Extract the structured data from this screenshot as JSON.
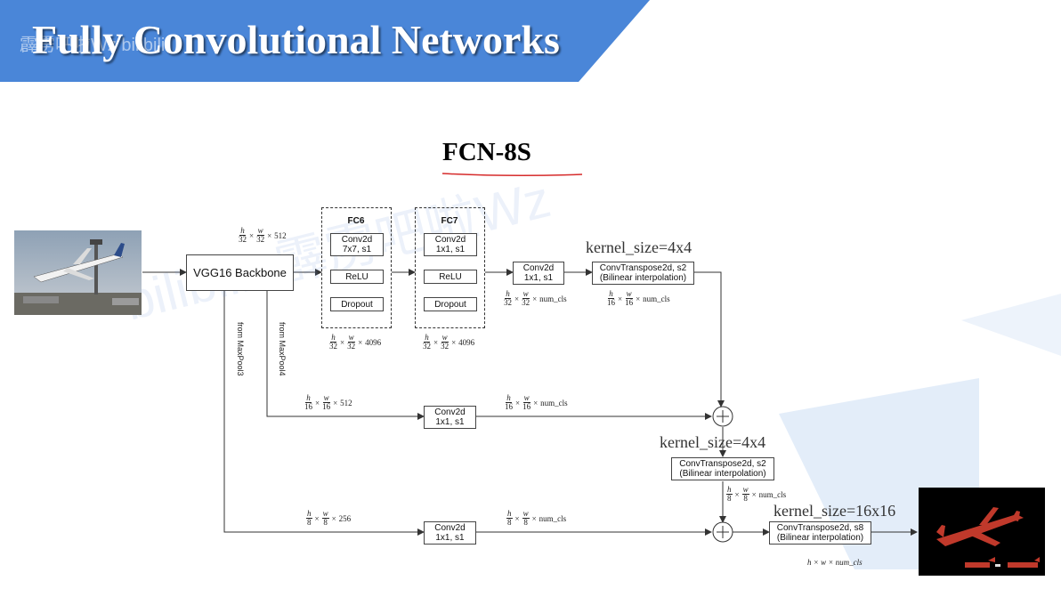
{
  "slide": {
    "title": "Fully Convolutional Networks",
    "watermark_top_left": "霹雳吧啦Wz bilibili",
    "watermark_center": "bilibili: 霹雳吧啦Wz",
    "subtitle": "FCN-8S",
    "colors": {
      "banner_blue": "#4a86d8",
      "decor_light_blue": "#dce9f7",
      "underline_red": "#d62b2b"
    }
  },
  "diagram": {
    "backbone": "VGG16 Backbone",
    "fc6": {
      "title": "FC6",
      "layers": [
        "Conv2d\n7x7, s1",
        "ReLU",
        "Dropout"
      ]
    },
    "fc7": {
      "title": "FC7",
      "layers": [
        "Conv2d\n1x1, s1",
        "ReLU",
        "Dropout"
      ]
    },
    "conv_top": "Conv2d\n1x1, s1",
    "upsample_top": "ConvTranspose2d, s2\n(Bilinear interpolation)",
    "conv_pool4": "Conv2d\n1x1, s1",
    "upsample_mid": "ConvTranspose2d, s2\n(Bilinear interpolation)",
    "conv_pool3": "Conv2d\n1x1, s1",
    "upsample_final": "ConvTranspose2d, s8\n(Bilinear interpolation)",
    "kernel_top": "kernel_size=4x4",
    "kernel_mid": "kernel_size=4x4",
    "kernel_final": "kernel_size=16x16",
    "label_pool3": "from MaxPool3",
    "label_pool4": "from MaxPool4",
    "dims": {
      "backbone_out": {
        "num1": "h",
        "den1": "32",
        "num2": "w",
        "den2": "32",
        "suffix": "512"
      },
      "fc6_out": {
        "num1": "h",
        "den1": "32",
        "num2": "w",
        "den2": "32",
        "suffix": "4096"
      },
      "fc7_out": {
        "num1": "h",
        "den1": "32",
        "num2": "w",
        "den2": "32",
        "suffix": "4096"
      },
      "conv_top_out": {
        "num1": "h",
        "den1": "32",
        "num2": "w",
        "den2": "32",
        "suffix": "num_cls"
      },
      "upsample_top_out": {
        "num1": "h",
        "den1": "16",
        "num2": "w",
        "den2": "16",
        "suffix": "num_cls"
      },
      "pool4_in": {
        "num1": "h",
        "den1": "16",
        "num2": "w",
        "den2": "16",
        "suffix": "512"
      },
      "pool4_conv_out": {
        "num1": "h",
        "den1": "16",
        "num2": "w",
        "den2": "16",
        "suffix": "num_cls"
      },
      "upsample_mid_out": {
        "num1": "h",
        "den1": "8",
        "num2": "w",
        "den2": "8",
        "suffix": "num_cls"
      },
      "pool3_in": {
        "num1": "h",
        "den1": "8",
        "num2": "w",
        "den2": "8",
        "suffix": "256"
      },
      "pool3_conv_out": {
        "num1": "h",
        "den1": "8",
        "num2": "w",
        "den2": "8",
        "suffix": "num_cls"
      }
    },
    "output_dim": "h × w × num_cls",
    "input_image": "airplane-photo",
    "output_image": "segmentation-mask"
  }
}
